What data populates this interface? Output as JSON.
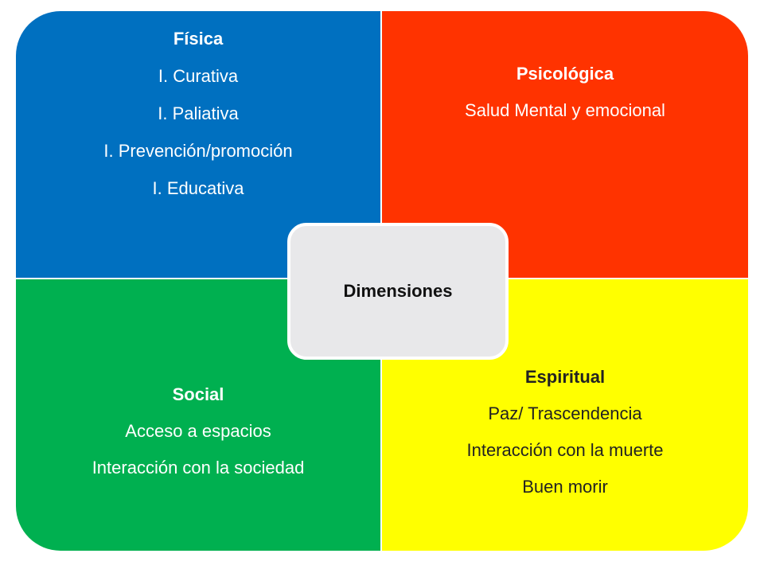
{
  "colors": {
    "fisica": "#0070c0",
    "psicologica": "#ff3300",
    "social": "#00b050",
    "espiritual": "#ffff00",
    "center": "#e8e8ea"
  },
  "center": {
    "label": "Dimensiones"
  },
  "fisica": {
    "title": "Física",
    "lines": [
      "I. Curativa",
      "I. Paliativa",
      "I. Prevención/promoción",
      "I. Educativa"
    ]
  },
  "psicologica": {
    "title": "Psicológica",
    "lines": [
      "Salud Mental y emocional"
    ]
  },
  "social": {
    "title": "Social",
    "lines": [
      "Acceso a espacios",
      "Interacción con la sociedad"
    ]
  },
  "espiritual": {
    "title": "Espiritual",
    "lines": [
      "Paz/ Trascendencia",
      "Interacción con la muerte",
      "Buen morir"
    ]
  }
}
